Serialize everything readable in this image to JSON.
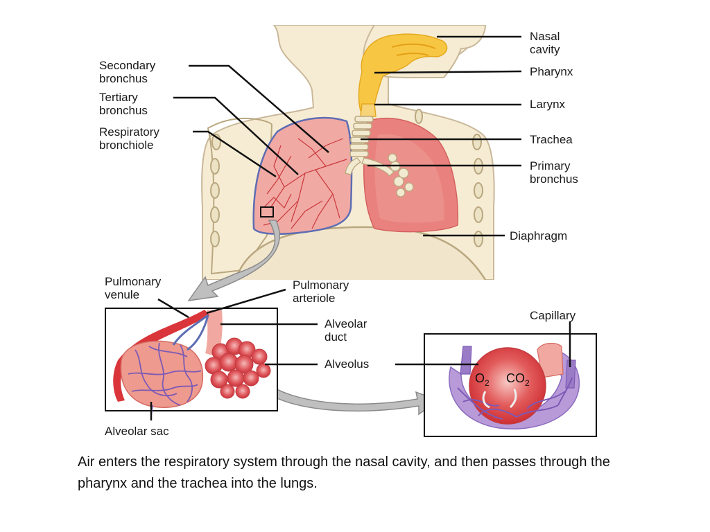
{
  "labels": {
    "nasal_cavity": "Nasal\ncavity",
    "pharynx": "Pharynx",
    "larynx": "Larynx",
    "trachea": "Trachea",
    "primary_bronchus": "Primary\nbronchus",
    "diaphragm": "Diaphragm",
    "secondary_bronchus": "Secondary\nbronchus",
    "tertiary_bronchus": "Tertiary\nbronchus",
    "respiratory_bronchiole": "Respiratory\nbronchiole",
    "pulmonary_venule": "Pulmonary\nvenule",
    "pulmonary_arteriole": "Pulmonary\narteriole",
    "alveolar_duct": "Alveolar\nduct",
    "alveolus": "Alveolus",
    "alveolar_sac": "Alveolar sac",
    "capillary": "Capillary"
  },
  "gases": {
    "o2": "O",
    "o2_sub": "2",
    "co2": "CO",
    "co2_sub": "2"
  },
  "caption": "Air enters the respiratory system through the nasal cavity, and then passes through the pharynx and the trachea into the lungs.",
  "colors": {
    "body": "#f6ecd4",
    "body_outline": "#c9b89a",
    "airway": "#f7c744",
    "lung": "#e9827f",
    "lung_light": "#f4b3ae",
    "artery": "#d9353a",
    "vein": "#5d6db3",
    "capillary": "#9a7bc6",
    "arrow": "#a8a8a8"
  }
}
